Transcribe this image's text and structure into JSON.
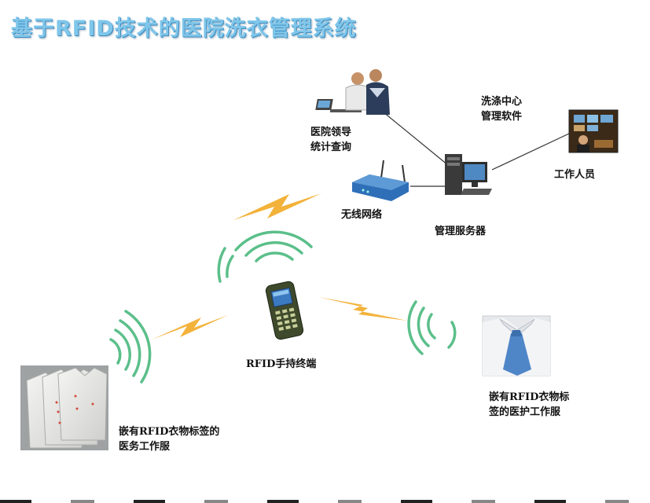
{
  "title": "基于RFID技术的医院洗衣管理系统",
  "nodes": {
    "hospital_leader": "医院领导\n统计查询",
    "laundry_software": "洗涤中心\n管理软件",
    "wireless_network": "无线网络",
    "management_server": "管理服务器",
    "worker": "工作人员",
    "rfid_terminal": "RFID手持终端",
    "tagged_staff_uniform": "嵌有RFID衣物标签的\n医务工作服",
    "tagged_nurse_uniform": "嵌有RFID衣物标\n签的医护工作服"
  },
  "icons": {
    "leader": "people-at-laptop-icon",
    "router": "wireless-router-icon",
    "server": "server-computer-icon",
    "worker": "monitoring-room-icon",
    "terminal": "handheld-terminal-icon",
    "staff_uniform": "stacked-uniforms-icon",
    "nurse_uniform": "nurse-uniform-icon",
    "signal": "lightning-signal-icon",
    "waves": "radio-waves-icon"
  },
  "colors": {
    "title": "#7fc6ea",
    "lightning": "#f3b23a",
    "waves": "#5bbf8a",
    "lines": "#333333"
  }
}
